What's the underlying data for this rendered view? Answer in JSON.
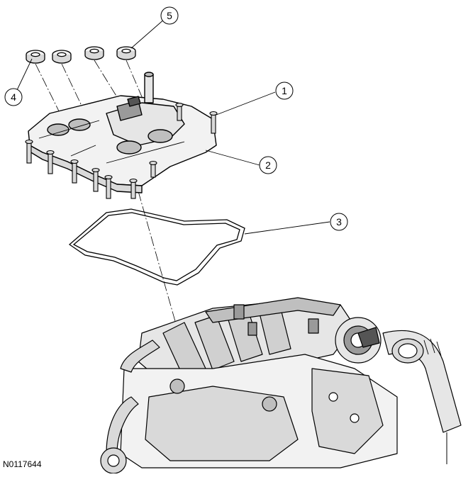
{
  "figure": {
    "id": "N0117644",
    "callouts": [
      {
        "id": "c1",
        "label": "1"
      },
      {
        "id": "c2",
        "label": "2"
      },
      {
        "id": "c3",
        "label": "3"
      },
      {
        "id": "c4",
        "label": "4"
      },
      {
        "id": "c5",
        "label": "5"
      }
    ]
  },
  "colors": {
    "line": "#000000",
    "background": "#ffffff",
    "fill_light": "#f2f2f2",
    "fill_mid": "#d9d9d9",
    "fill_dark": "#9a9a9a"
  }
}
